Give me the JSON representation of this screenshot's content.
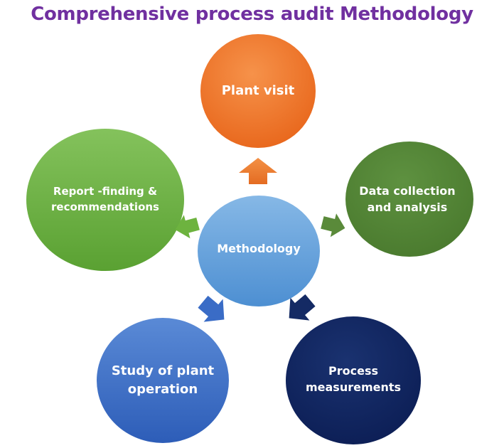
{
  "title": "Comprehensive process audit Methodology",
  "center": {
    "label": "Methodology",
    "color": "#6aa4dc"
  },
  "steps": [
    {
      "id": "plant-visit",
      "label": "Plant visit",
      "color": "#ee7a2a"
    },
    {
      "id": "data-collection",
      "label": "Data collection and analysis",
      "color": "#548235"
    },
    {
      "id": "process-measurements",
      "label": "Process measurements",
      "color": "#10245f"
    },
    {
      "id": "study-of-plant-operation",
      "label": "Study of plant operation",
      "color": "#3f6fc8"
    },
    {
      "id": "report-finding",
      "label": "Report -finding & recommendations",
      "color": "#6db33f"
    }
  ],
  "arrows": [
    {
      "to": "plant-visit",
      "color": "#ee7a2a"
    },
    {
      "to": "data-collection",
      "color": "#5a8a3a"
    },
    {
      "to": "process-measurements",
      "color": "#142a64"
    },
    {
      "to": "study-of-plant-operation",
      "color": "#3a6cc6"
    },
    {
      "to": "report-finding",
      "color": "#6db33f"
    }
  ]
}
